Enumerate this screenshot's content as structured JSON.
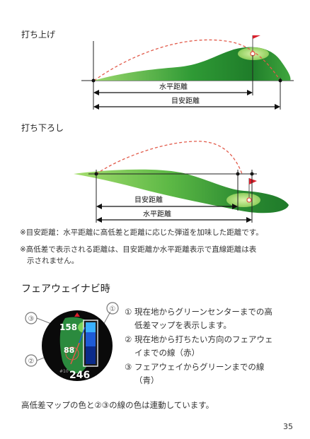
{
  "section1": {
    "title": "打ち上げ",
    "label_horizontal": "水平距離",
    "label_approx": "目安距離"
  },
  "section2": {
    "title": "打ち下ろし",
    "label_approx": "目安距離",
    "label_horizontal": "水平距離"
  },
  "notes": [
    "※目安距離：水平距離に高低差と距離に応じた弾道を加味した距離です。",
    "※高低差で表示される距離は、目安距離か水平距離表示で直線距離は表",
    "示されません。"
  ],
  "fairway": {
    "title": "フェアウェイナビ時",
    "device": {
      "distance_top": "158",
      "distance_middle": "88",
      "distance_bottom": "246",
      "hole": "#10"
    },
    "callouts": [
      "①",
      "②",
      "③"
    ],
    "items": [
      [
        "① 現在地からグリーンセンターまでの高",
        "低差マップを表示します。"
      ],
      [
        "② 現在地から打ちたい方向のフェアウェ",
        "イまでの線（赤）"
      ],
      [
        "③ フェアウェイからグリーンまでの線",
        "（青）"
      ]
    ]
  },
  "footer": "高低差マップの色と②③の線の色は連動しています。",
  "page_number": "35",
  "colors": {
    "course_green": "#2e8b2e",
    "light_green": "#8fd36b",
    "trajectory_red": "#e25b4b",
    "flag_red": "#d9202c",
    "blue_line": "#1e5bd6"
  }
}
